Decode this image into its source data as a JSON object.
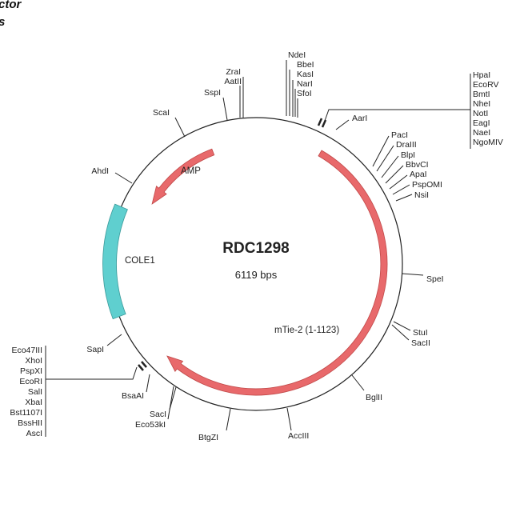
{
  "header": {
    "line1": "ctor",
    "line2": "s"
  },
  "plasmid": {
    "name": "RDC1298",
    "size_label": "6119 bps"
  },
  "features": [
    {
      "id": "amp",
      "label": "AMP",
      "type": "arrow",
      "color": "#e8696b"
    },
    {
      "id": "cole1",
      "label": "COLE1",
      "type": "block",
      "color": "#5fcfcf"
    },
    {
      "id": "mtie2",
      "label": "mTie-2 (1-1123)",
      "type": "arrow",
      "color": "#e8696b"
    }
  ],
  "sites": {
    "ndel_group": [
      "NdeI",
      "BbeI",
      "KasI",
      "NarI",
      "SfoI"
    ],
    "zral_group": [
      "ZraI",
      "AatII"
    ],
    "sspl": "SspI",
    "scal": "ScaI",
    "ahdl": "AhdI",
    "hpal_group": [
      "HpaI",
      "EcoRV",
      "BmtI",
      "NheI",
      "NotI",
      "EagI",
      "NaeI",
      "NgoMIV"
    ],
    "aarl": "AarI",
    "pacl_group": [
      "PacI",
      "DraIII",
      "BlpI",
      "BbvCI",
      "ApaI",
      "PspOMI",
      "NsiI"
    ],
    "spel": "SpeI",
    "stul_group": [
      "StuI",
      "SacII"
    ],
    "bglll": "BglII",
    "acclll": "AccIII",
    "btgzl": "BtgZI",
    "sacl_group": [
      "SacI",
      "Eco53kI"
    ],
    "bsaal": "BsaAI",
    "sapl": "SapI",
    "eco47_group": [
      "Eco47III",
      "XhoI",
      "PspXI",
      "EcoRI",
      "SalI",
      "XbaI",
      "Bst1107I",
      "BssHII",
      "AscI"
    ]
  }
}
